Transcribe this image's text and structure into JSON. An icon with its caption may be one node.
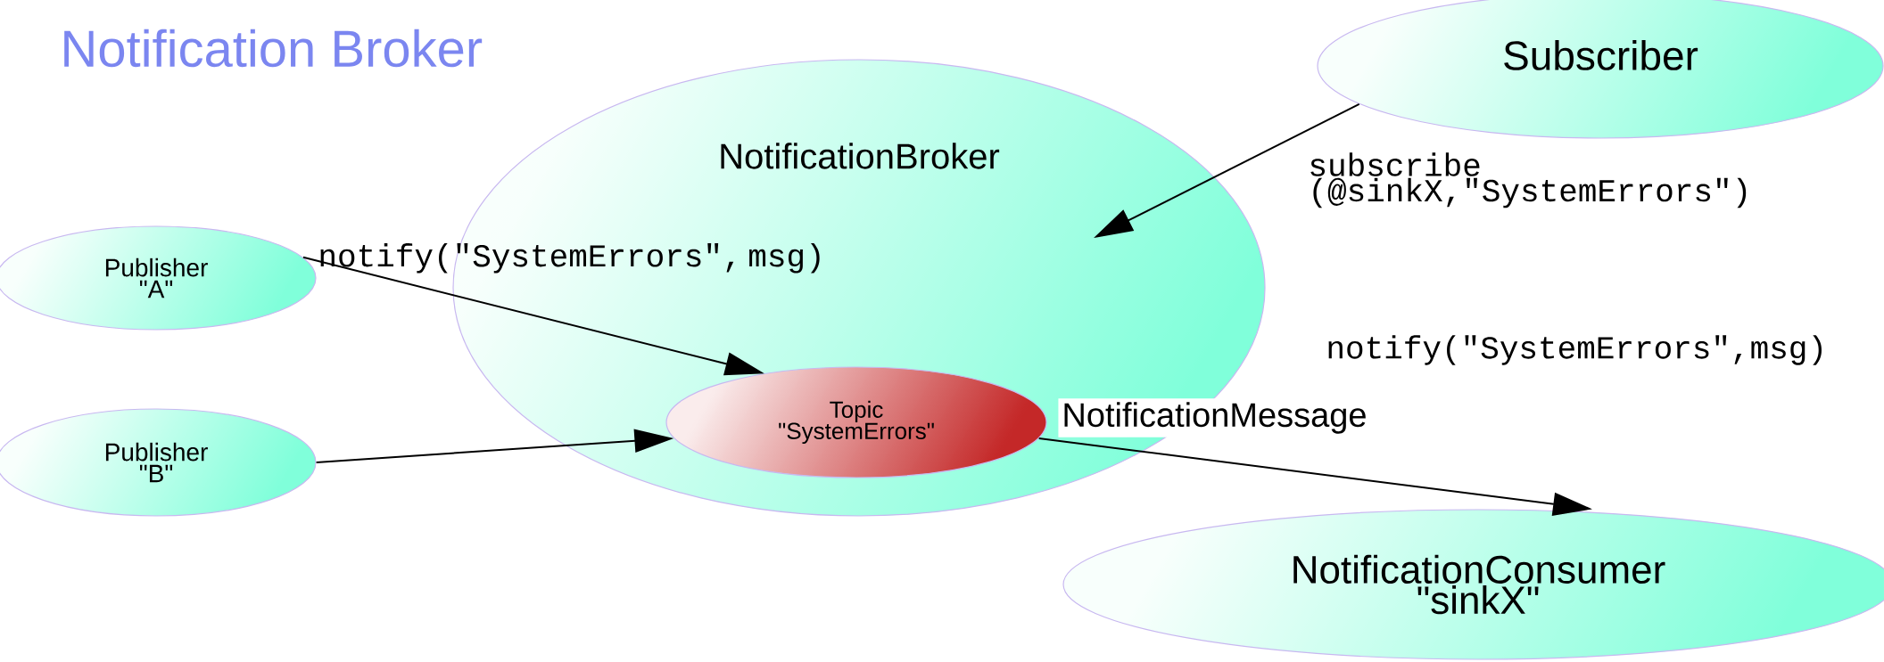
{
  "diagram": {
    "title": "Notification Broker",
    "nodes": [
      {
        "text": [
          "Subscriber"
        ]
      },
      {
        "text": [
          "NotificationBroker"
        ]
      },
      {
        "text": [
          "Publisher \"A\""
        ]
      },
      {
        "text": [
          "Publisher \"B\""
        ]
      },
      {
        "text": [
          "Topic \"SystemErrors\""
        ],
        "in": 1
      },
      {
        "text": [
          "NotificationConsumer \"sinkX\""
        ]
      }
    ],
    "edges": [
      {
        "from": 0,
        "to": 1,
        "arrow": "to",
        "label": "subscribe (@sinkX,\"SystemErrors\")"
      },
      {
        "from": 2,
        "to": 4,
        "arrow": "to",
        "label": "notify(\"SystemErrors\", msg)"
      },
      {
        "from": 3,
        "to": 4,
        "arrow": "to"
      },
      {
        "from": 4,
        "to": 5,
        "arrow": "to",
        "label": "NotificationMessage"
      }
    ],
    "labels": [
      "notify(\"SystemErrors\",msg)"
    ]
  }
}
